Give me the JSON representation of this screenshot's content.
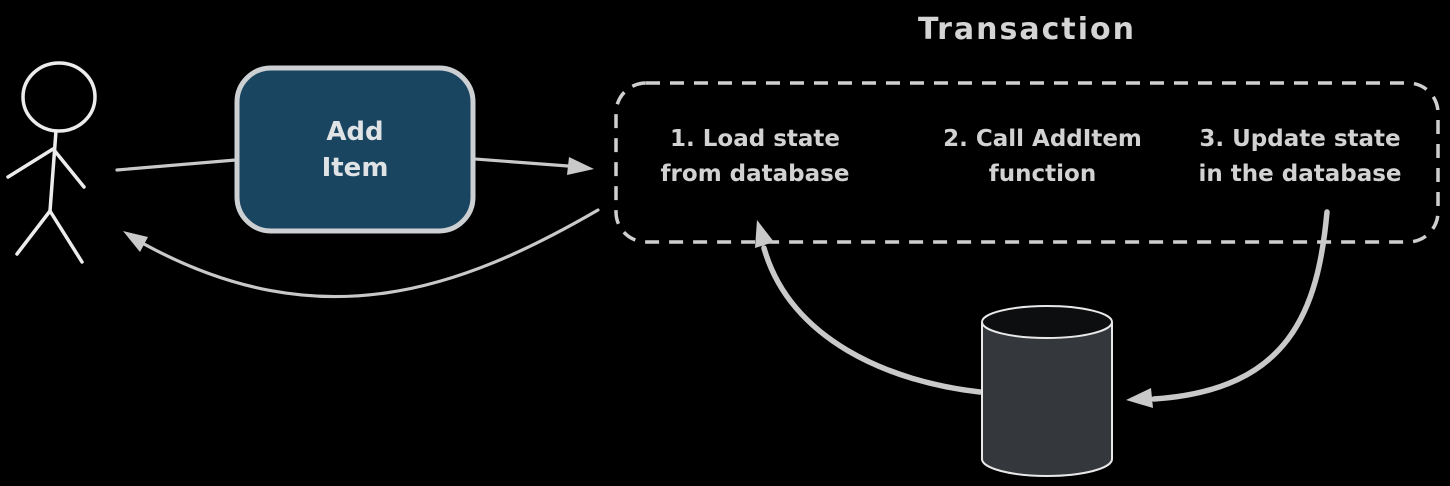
{
  "diagram": {
    "background": "#000000",
    "title": "Transaction",
    "actor": {
      "stroke": "#ececec"
    },
    "action_box": {
      "line1": "Add",
      "line2": "Item",
      "fill": "#1a4560",
      "border": "#cdd0d3",
      "text_color": "#dfe3e6"
    },
    "transaction_box": {
      "border": "#cfcfcf",
      "steps": [
        {
          "line1": "1. Load state",
          "line2": "from database"
        },
        {
          "line1": "2. Call AddItem",
          "line2": "function"
        },
        {
          "line1": "3. Update state",
          "line2": "in the database"
        }
      ]
    },
    "database": {
      "body_fill": "#34383d",
      "top_fill": "#0c0e10",
      "outline": "#e9e9e9"
    },
    "arrows": {
      "color": "#c9c9c9"
    }
  }
}
